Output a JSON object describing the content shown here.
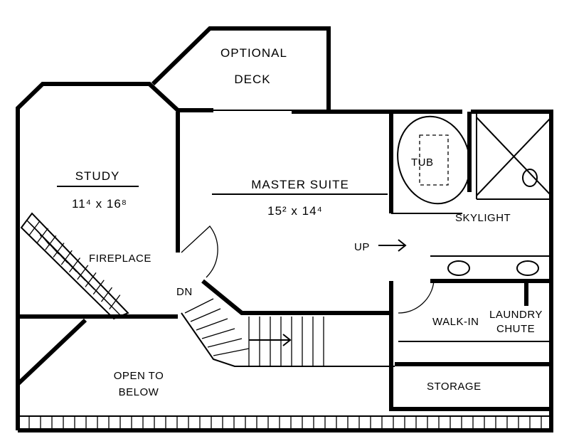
{
  "rooms": {
    "optional_deck": {
      "line1": "OPTIONAL",
      "line2": "DECK"
    },
    "study": {
      "name": "STUDY",
      "size": "11⁴ x 16⁸"
    },
    "master_suite": {
      "name": "MASTER SUITE",
      "size": "15² x 14⁴"
    },
    "fireplace": "FIREPLACE",
    "stairs_up": "UP",
    "stairs_down": "DN",
    "tub": "TUB",
    "skylight": "SKYLIGHT",
    "walk_in": "WALK-IN",
    "laundry_chute": {
      "line1": "LAUNDRY",
      "line2": "CHUTE"
    },
    "storage": "STORAGE",
    "open_to_below": {
      "line1": "OPEN TO",
      "line2": "BELOW"
    }
  }
}
